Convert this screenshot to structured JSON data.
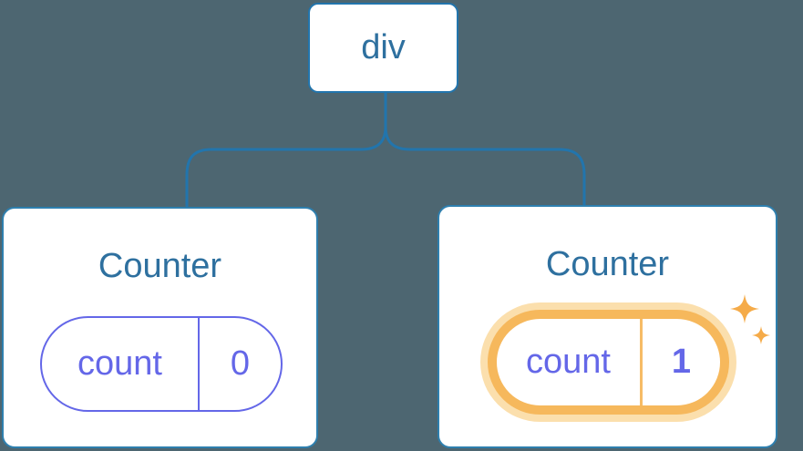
{
  "diagram": {
    "description": "React component tree: a div root with two Counter children; the second Counter's state pill (count = 1) is highlighted with sparkles indicating updated state",
    "root": {
      "label": "div"
    },
    "children": [
      {
        "title": "Counter",
        "state": {
          "key": "count",
          "value": "0"
        },
        "highlighted": false
      },
      {
        "title": "Counter",
        "state": {
          "key": "count",
          "value": "1"
        },
        "highlighted": true
      }
    ],
    "colors": {
      "background": "#4d6671",
      "connector_line": "#2275ad",
      "node_border": "#2e7fae",
      "node_text": "#2e709f",
      "state_purple": "#6467e8",
      "highlight_ring": "#f6b85c",
      "highlight_glow": "#fbdfad",
      "sparkle": "#f5ab49",
      "card_background": "#ffffff"
    }
  }
}
